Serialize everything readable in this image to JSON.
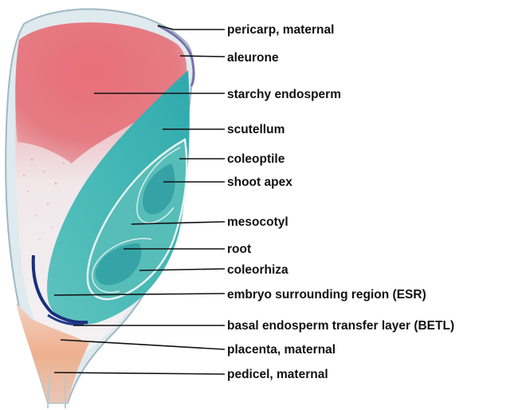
{
  "labels": [
    {
      "id": "pericarp",
      "text": "pericarp, maternal"
    },
    {
      "id": "aleurone",
      "text": "aleurone"
    },
    {
      "id": "starchy-endosperm",
      "text": "starchy endosperm"
    },
    {
      "id": "scutellum",
      "text": "scutellum"
    },
    {
      "id": "coleoptile",
      "text": "coleoptile"
    },
    {
      "id": "shoot-apex",
      "text": "shoot apex"
    },
    {
      "id": "mesocotyl",
      "text": "mesocotyl"
    },
    {
      "id": "root",
      "text": "root"
    },
    {
      "id": "coleorhiza",
      "text": "coleorhiza"
    },
    {
      "id": "esr",
      "text": "embryo surrounding region (ESR)"
    },
    {
      "id": "betl",
      "text": "basal endosperm transfer layer (BETL)"
    },
    {
      "id": "placenta",
      "text": "placenta, maternal"
    },
    {
      "id": "pedicel",
      "text": "pedicel, maternal"
    }
  ],
  "colors": {
    "endosperm": "#e8737a",
    "embryo": "#3fb3b3",
    "embryo_dark": "#1f8a8f",
    "aleurone": "#7b6fb0",
    "esr": "#1b2f7a",
    "pericarp": "#cfe0e8",
    "maternal_base": "#e8a07a",
    "leader": "#111111"
  }
}
